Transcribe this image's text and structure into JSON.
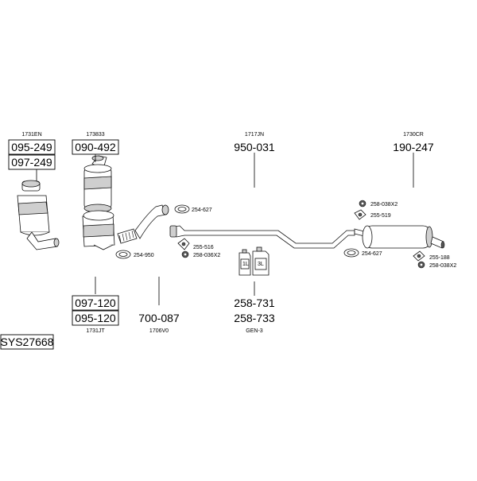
{
  "groups": {
    "cat1": {
      "ref": "1731EN",
      "codes": [
        "095-249",
        "097-249"
      ]
    },
    "cat2": {
      "ref": "173833",
      "codes": [
        "090-492"
      ]
    },
    "pipe_mid": {
      "ref": "1717JN",
      "code": "950-031"
    },
    "silencer": {
      "ref": "1730CR",
      "code": "190-247"
    },
    "cat_bottom": {
      "ref": "1731JT",
      "codes": [
        "097-120",
        "095-120"
      ]
    },
    "flex": {
      "ref": "1706V0",
      "code": "700-087"
    },
    "additive": {
      "ref": "GEN-3",
      "codes": [
        "258-731",
        "258-733"
      ],
      "can_labels": [
        "1L",
        "3L"
      ]
    }
  },
  "small_parts": {
    "front_clamp": "254-627",
    "cat_clamp": "254-950",
    "mid_hanger": "255-516",
    "mid_rubber": "258-036X2",
    "rear_rubber_top": "258-038X2",
    "rear_hanger": "255-519",
    "rear_clamp": "254-627",
    "rear_hanger_low": "255-188",
    "rear_rubber_low": "258-038X2"
  },
  "system_id": "SYS27668"
}
